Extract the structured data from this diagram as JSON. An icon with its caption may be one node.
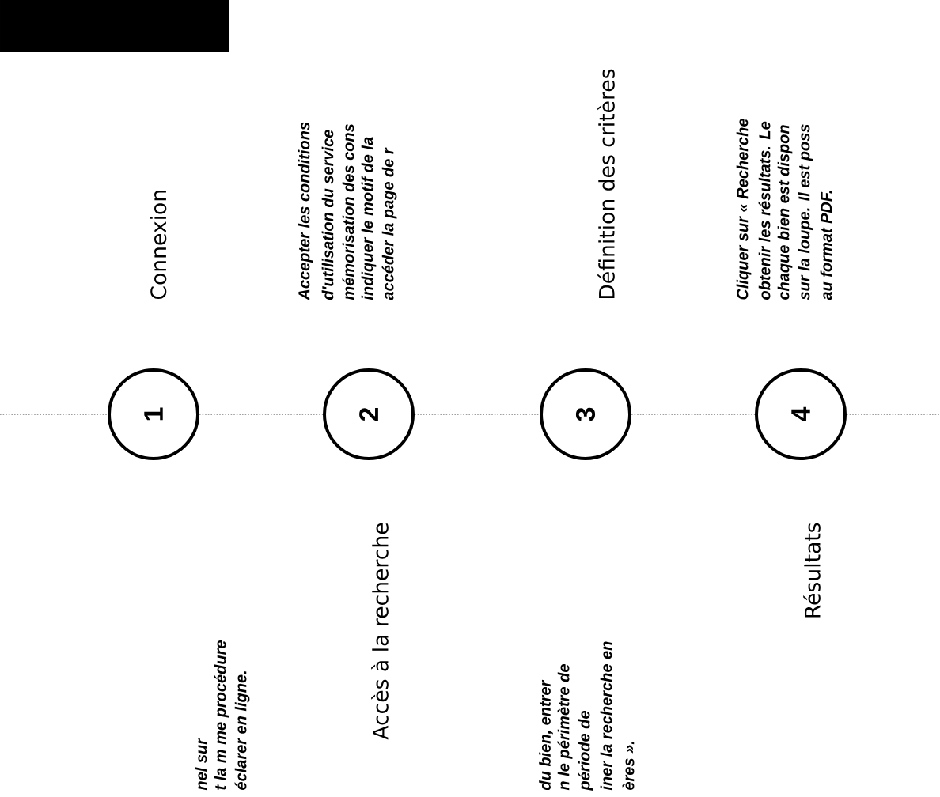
{
  "diagram": {
    "nodes": [
      {
        "text": [
          "1"
        ],
        "beside": [
          "Connexion"
        ]
      },
      {
        "text": [
          "2"
        ],
        "beside": [
          "Accès à la recherche"
        ]
      },
      {
        "text": [
          "3"
        ],
        "beside": [
          "Définition des critères"
        ]
      },
      {
        "text": [
          "4"
        ],
        "beside": [
          "Résultats"
        ]
      }
    ],
    "edges": [
      {
        "from": null,
        "to": 0,
        "arrow": "none"
      },
      {
        "from": 0,
        "to": 1,
        "arrow": "none"
      },
      {
        "from": 1,
        "to": 2,
        "arrow": "none"
      },
      {
        "from": 2,
        "to": 3,
        "arrow": "none"
      },
      {
        "from": 3,
        "to": null,
        "arrow": "none"
      }
    ],
    "labels": [
      "nel sur",
      "t la m me procédure",
      "éclarer en ligne.",
      "Accepter les conditions",
      "d'utilisation du service",
      "mémorisation des cons",
      "indiquer le motif de la",
      "accéder   la page de r",
      "du bien, entrer",
      "n le périmètre de",
      "période de",
      "iner la recherche en",
      "ères ».",
      "Cliquer sur « Recherche",
      "obtenir les résultats. Le",
      "chaque bien est dispon",
      "sur la loupe. Il est poss",
      "au format PDF."
    ]
  }
}
